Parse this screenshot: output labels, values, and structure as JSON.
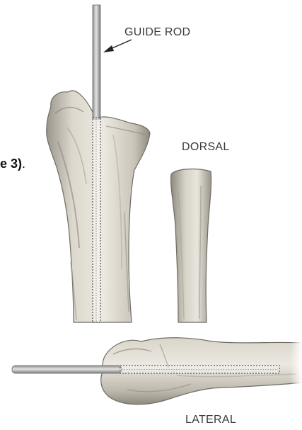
{
  "labels": {
    "guide_rod": "GUIDE ROD",
    "dorsal": "DORSAL",
    "lateral": "LATERAL"
  },
  "figure_reference": {
    "bold_text": "e 3)",
    "trailing": "."
  },
  "colors": {
    "bone_light": "#e6e2d8",
    "bone_shadow": "#9e998e",
    "rod": "#b5b5b5",
    "label": "#3a3a3a"
  }
}
